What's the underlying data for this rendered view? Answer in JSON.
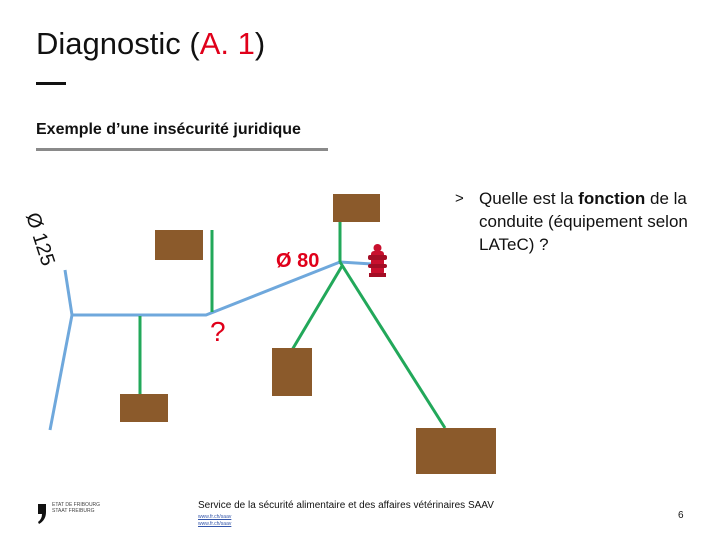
{
  "title": {
    "prefix": "Diagnostic (",
    "accent": "A. 1",
    "suffix": ")"
  },
  "subtitle": "Exemple d’une insécurité juridique",
  "diagram": {
    "diameter_main_label": "Ø 125",
    "diameter_branch_label": "Ø 80",
    "question_mark": "?",
    "colors": {
      "main_pipe": "#6fa8dc",
      "branch_pipe": "#22a85a",
      "building": "#8b5a2b",
      "label_accent": "#e0001a",
      "hydrant": "#c8102e"
    },
    "icons": [
      "hydrant-icon"
    ]
  },
  "bullet": {
    "marker": ">",
    "before": "Quelle est la ",
    "emphasis": "fonction",
    "after": " de la conduite (équipement selon LATeC) ?"
  },
  "footer": {
    "logo_lines": [
      "ETAT DE FRIBOURG",
      "STAAT FREIBURG"
    ],
    "service": "Service de la sécurité alimentaire et des affaires vétérinaires SAAV",
    "links": [
      "www.fr.ch/saav",
      "www.fr.ch/saav"
    ],
    "page_number": "6"
  }
}
